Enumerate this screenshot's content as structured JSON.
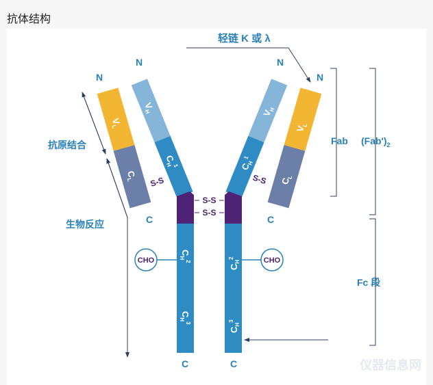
{
  "title": "抗体结构",
  "colors": {
    "light_variable": "#f2b632",
    "light_constant": "#6b7fa8",
    "heavy_variable": "#85b6da",
    "heavy_constant": "#2e8bc4",
    "hinge": "#4e2275",
    "label": "#2a80b8",
    "arrow": "#2c3e60"
  },
  "labels": {
    "light_chain": "轻链 K 或 λ",
    "antigen_binding": "抗原结合",
    "bio_response": "生物反应",
    "fab": "Fab",
    "fab2": "(Fab')",
    "fab2_sub": "2",
    "fc": "Fc 段",
    "n": "N",
    "c": "C",
    "vl": "V",
    "vl_sub": "L",
    "vh": "V",
    "vh_sub": "H",
    "cl": "C",
    "cl_sub": "L",
    "ch": "C",
    "ch_sub": "H",
    "ch1_sup": "1",
    "ch2_sup": "2",
    "ch3_sup": "3",
    "ss": "S-S",
    "cho": "CHO"
  },
  "watermark": "仪器信息网"
}
